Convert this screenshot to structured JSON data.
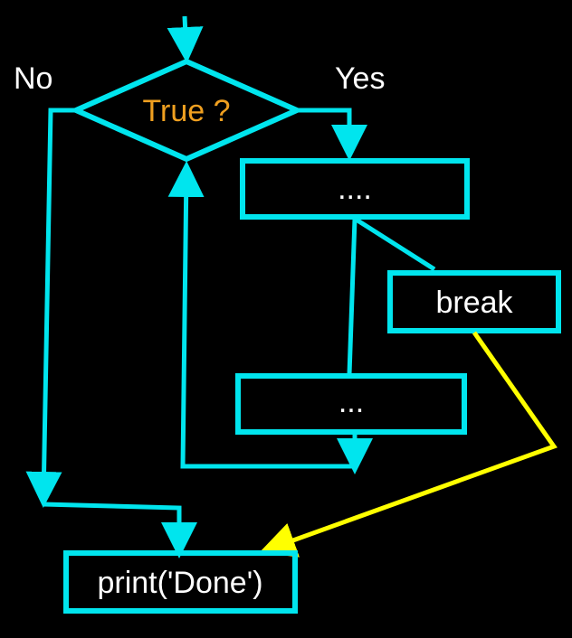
{
  "colors": {
    "background": "#000000",
    "flow": "#00e5ee",
    "break_flow": "#ffff00",
    "condition_text": "#f0a020",
    "text": "#ffffff"
  },
  "labels": {
    "no": "No",
    "yes": "Yes"
  },
  "nodes": {
    "condition": "True ?",
    "body_top": "....",
    "break": "break",
    "body_bottom": "...",
    "done": "print('Done')"
  }
}
